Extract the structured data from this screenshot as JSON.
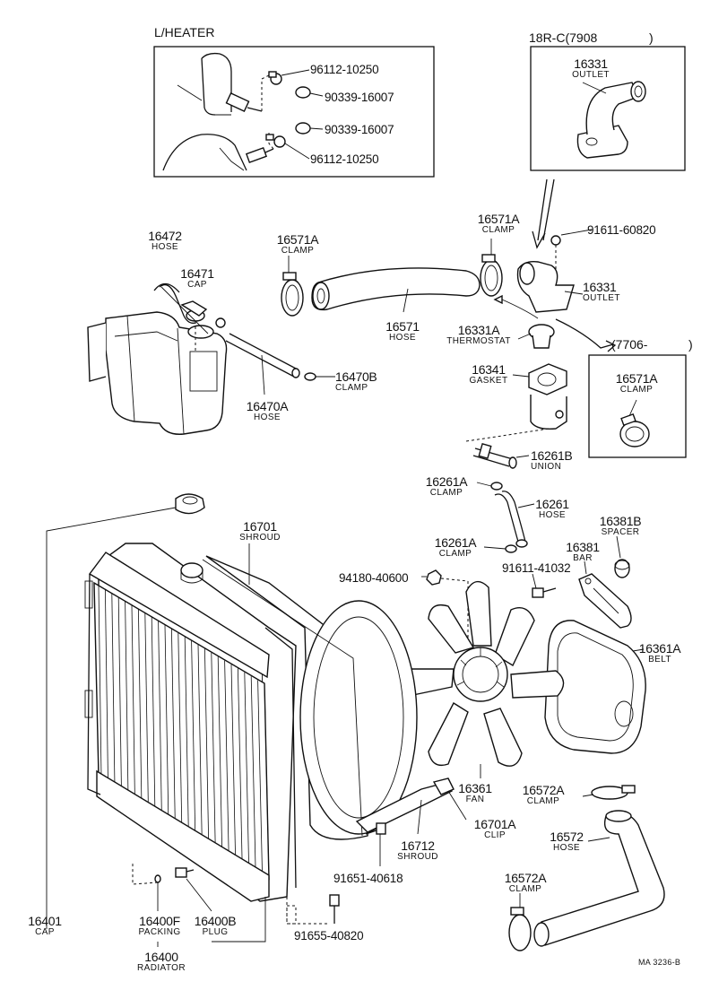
{
  "sections": {
    "heater": "L/HEATER",
    "engine_a": "18R-C(7908",
    "engine_a_close": ")",
    "engine_b": "(7706-",
    "engine_b_close": ")"
  },
  "parts": {
    "p96112a": "96112-10250",
    "p90339a": "90339-16007",
    "p90339b": "90339-16007",
    "p96112b": "96112-10250",
    "p16331_top": {
      "number": "16331",
      "name": "OUTLET"
    },
    "p16472": {
      "number": "16472",
      "name": "HOSE"
    },
    "p16471": {
      "number": "16471",
      "name": "CAP"
    },
    "p16571A_left": {
      "number": "16571A",
      "name": "CLAMP"
    },
    "p16571A_mid": {
      "number": "16571A",
      "name": "CLAMP"
    },
    "p91611_60820": "91611-60820",
    "p16331": {
      "number": "16331",
      "name": "OUTLET"
    },
    "p16571": {
      "number": "16571",
      "name": "HOSE"
    },
    "p16331A": {
      "number": "16331A",
      "name": "THERMOSTAT"
    },
    "p16470B": {
      "number": "16470B",
      "name": "CLAMP"
    },
    "p16470A": {
      "number": "16470A",
      "name": "HOSE"
    },
    "p16341": {
      "number": "16341",
      "name": "GASKET"
    },
    "p16571A_inset": {
      "number": "16571A",
      "name": "CLAMP"
    },
    "p16261B": {
      "number": "16261B",
      "name": "UNION"
    },
    "p16261A_top": {
      "number": "16261A",
      "name": "CLAMP"
    },
    "p16261": {
      "number": "16261",
      "name": "HOSE"
    },
    "p16701": {
      "number": "16701",
      "name": "SHROUD"
    },
    "p16381B": {
      "number": "16381B",
      "name": "SPACER"
    },
    "p16261A_bot": {
      "number": "16261A",
      "name": "CLAMP"
    },
    "p16381": {
      "number": "16381",
      "name": "BAR"
    },
    "p94180": "94180-40600",
    "p91611_41032": "91611-41032",
    "p16361A": {
      "number": "16361A",
      "name": "BELT"
    },
    "p16361": {
      "number": "16361",
      "name": "FAN"
    },
    "p16572A_top": {
      "number": "16572A",
      "name": "CLAMP"
    },
    "p16701A": {
      "number": "16701A",
      "name": "CLIP"
    },
    "p16712": {
      "number": "16712",
      "name": "SHROUD"
    },
    "p16572": {
      "number": "16572",
      "name": "HOSE"
    },
    "p91651": "91651-40618",
    "p16572A_bot": {
      "number": "16572A",
      "name": "CLAMP"
    },
    "p16401": {
      "number": "16401",
      "name": "CAP"
    },
    "p16400F": {
      "number": "16400F",
      "name": "PACKING"
    },
    "p16400B": {
      "number": "16400B",
      "name": "PLUG"
    },
    "p16400": {
      "number": "16400",
      "name": "RADIATOR"
    },
    "p91655": "91655-40820"
  },
  "reference": "MA 3236-B"
}
